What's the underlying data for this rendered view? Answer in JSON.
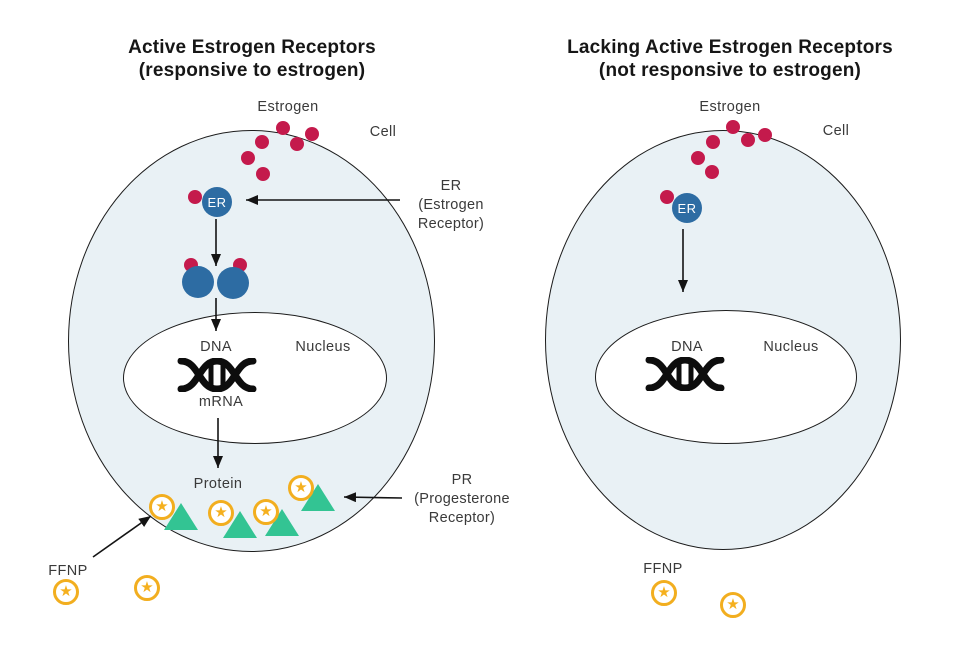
{
  "colors": {
    "cell_fill": "#e9f1f5",
    "outline": "#1c1c1c",
    "estrogen_red": "#c41a4c",
    "er_blue": "#2d6ca3",
    "pr_green": "#33c493",
    "ffnp_yellow": "#f2ae1f"
  },
  "left": {
    "title_line1": "Active Estrogen Receptors",
    "title_line2": "(responsive to estrogen)",
    "estrogen_label": "Estrogen",
    "cell_label": "Cell",
    "er_badge": "ER",
    "er_callout_line1": "ER",
    "er_callout_line2": "(Estrogen",
    "er_callout_line3": "Receptor)",
    "dna_label": "DNA",
    "mrna_label": "mRNA",
    "nucleus_label": "Nucleus",
    "protein_label": "Protein",
    "pr_callout_line1": "PR",
    "pr_callout_line2": "(Progesterone",
    "pr_callout_line3": "Receptor)",
    "ffnp_label": "FFNP"
  },
  "right": {
    "title_line1": "Lacking Active Estrogen Receptors",
    "title_line2": "(not responsive to estrogen)",
    "estrogen_label": "Estrogen",
    "cell_label": "Cell",
    "er_badge": "ER",
    "dna_label": "DNA",
    "nucleus_label": "Nucleus",
    "ffnp_label": "FFNP"
  }
}
